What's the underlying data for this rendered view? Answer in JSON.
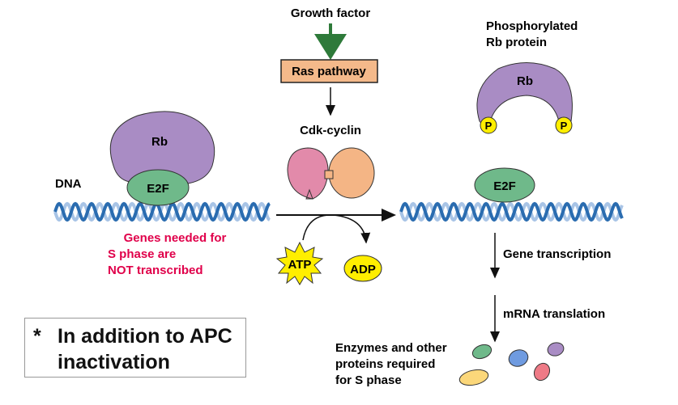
{
  "labels": {
    "growth_factor": "Growth factor",
    "ras_pathway": "Ras pathway",
    "cdk_cyclin": "Cdk-cyclin",
    "phosphorylated_line1": "Phosphorylated",
    "phosphorylated_line2": "Rb protein",
    "rb": "Rb",
    "rb_phos": "Rb",
    "p_left": "P",
    "p_right": "P",
    "e2f_left": "E2F",
    "e2f_right": "E2F",
    "dna": "DNA",
    "genes_line1": "Genes needed for",
    "genes_line2": "S phase are",
    "genes_line3": "NOT transcribed",
    "atp": "ATP",
    "adp": "ADP",
    "gene_transcription": "Gene transcription",
    "mrna_translation": "mRNA translation",
    "enzymes_line1": "Enzymes and other",
    "enzymes_line2": "proteins required",
    "enzymes_line3": "for S phase"
  },
  "note": {
    "star": "*",
    "line1": "In addition to APC",
    "line2": "inactivation"
  },
  "colors": {
    "rb": "#a98cc4",
    "e2f": "#6fb98a",
    "ras": "#f4b98a",
    "cdk": "#e28aaa",
    "cyclin": "#f4b585",
    "yellow": "#ffee00",
    "red_text": "#e0004a",
    "dna_dark": "#2a6cb0",
    "dna_light": "#a8c4e6"
  }
}
